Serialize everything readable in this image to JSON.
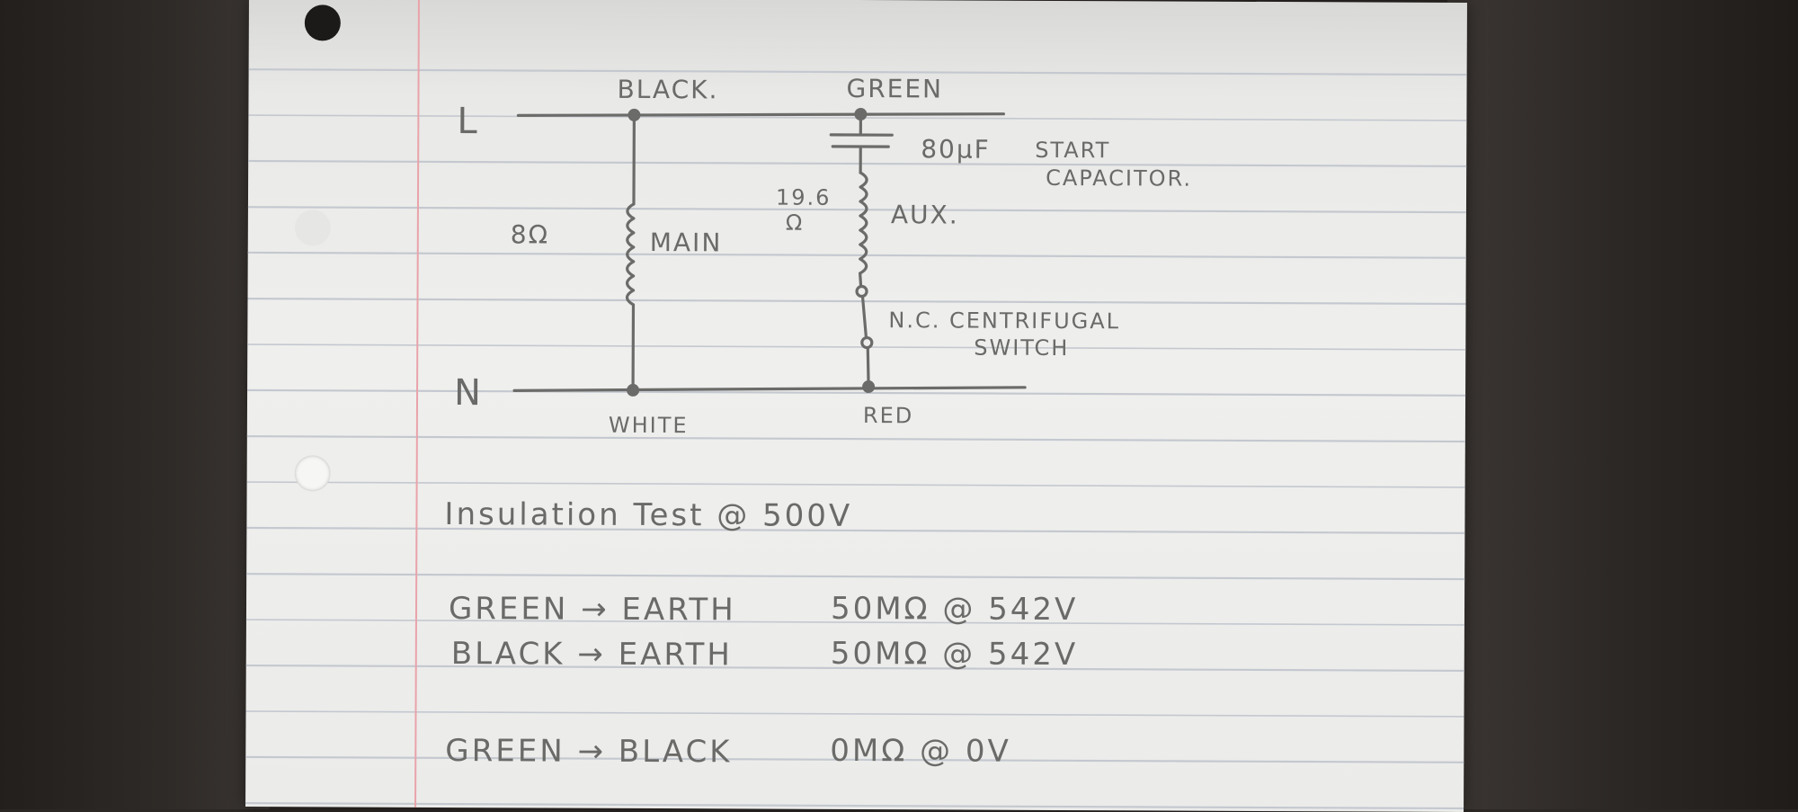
{
  "diagram": {
    "rails": {
      "line": "L",
      "neutral": "N"
    },
    "wires": {
      "top_left": "BLACK.",
      "top_right": "GREEN",
      "bottom_left": "WHITE",
      "bottom_right": "RED"
    },
    "main_winding": {
      "resistance": "8Ω",
      "label": "MAIN"
    },
    "aux_winding": {
      "resistance_value": "19.6",
      "resistance_unit": "Ω",
      "label": "AUX."
    },
    "capacitor": {
      "value": "80µF",
      "label_line1": "START",
      "label_line2": "CAPACITOR."
    },
    "switch": {
      "label_line1": "N.C. CENTRIFUGAL",
      "label_line2": "SWITCH"
    },
    "ink_color": "#6b6b69"
  },
  "notes": {
    "heading": "Insulation Test @ 500V",
    "tests": [
      {
        "pair": "GREEN → EARTH",
        "reading": "50MΩ @ 542V"
      },
      {
        "pair": "BLACK → EARTH",
        "reading": "50MΩ @ 542V"
      },
      {
        "pair": "GREEN → BLACK",
        "reading": "0MΩ @ 0V"
      }
    ]
  }
}
